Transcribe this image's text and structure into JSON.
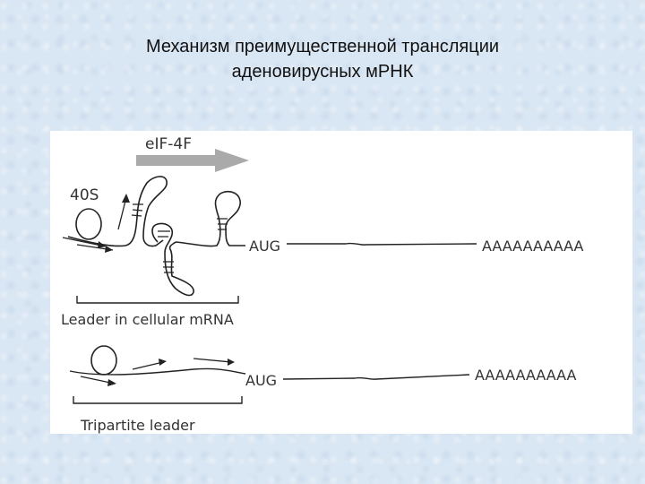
{
  "title": {
    "line1": "Механизм преимущественной трансляции",
    "line2": "аденовирусных мРНК"
  },
  "diagram": {
    "factor_label": "eIF-4F",
    "ribosome_label": "40S",
    "cellular": {
      "start_codon": "AUG",
      "poly_a": "AAAAAAAAAA",
      "leader_caption": "Leader  in  cellular  mRNA"
    },
    "viral": {
      "start_codon": "AUG",
      "poly_a": "AAAAAAAAAA",
      "leader_caption": "Tripartite   leader"
    }
  }
}
